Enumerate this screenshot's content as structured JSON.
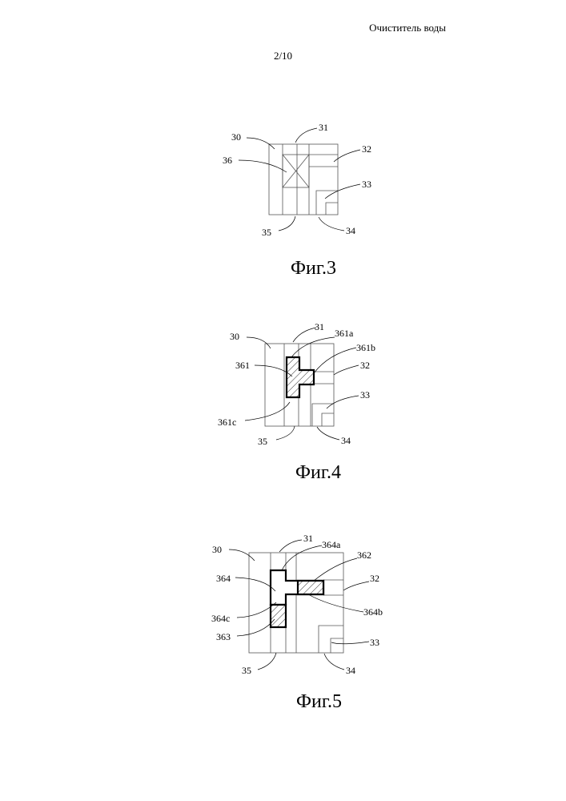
{
  "header": {
    "title": "Очиститель воды",
    "page": "2/10"
  },
  "fig3": {
    "caption": "Фиг.3",
    "labels": {
      "l30": "30",
      "l31": "31",
      "l32": "32",
      "l33": "33",
      "l34": "34",
      "l35": "35",
      "l36": "36"
    }
  },
  "fig4": {
    "caption": "Фиг.4",
    "labels": {
      "l30": "30",
      "l31": "31",
      "l361a": "361a",
      "l361b": "361b",
      "l361": "361",
      "l32": "32",
      "l33": "33",
      "l361c": "361c",
      "l35": "35",
      "l34": "34"
    }
  },
  "fig5": {
    "caption": "Фиг.5",
    "labels": {
      "l30": "30",
      "l31": "31",
      "l364a": "364a",
      "l362": "362",
      "l364": "364",
      "l32": "32",
      "l364c": "364c",
      "l364b": "364b",
      "l363": "363",
      "l33": "33",
      "l35": "35",
      "l34": "34"
    }
  }
}
